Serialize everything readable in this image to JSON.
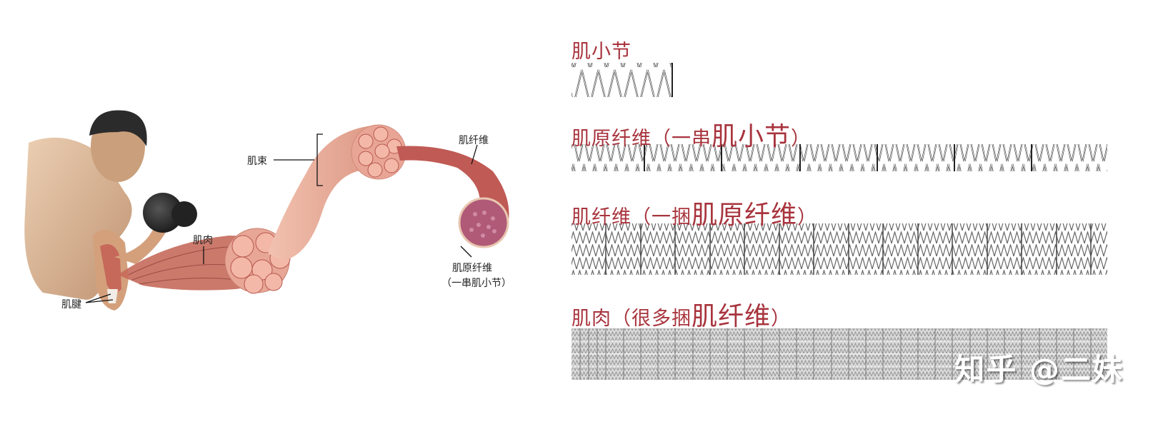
{
  "left_illustration": {
    "labels": {
      "tendon": "肌腱",
      "muscle": "肌肉",
      "fascicle": "肌束",
      "muscle_fiber": "肌纤维",
      "myofibril_line1": "肌原纤维",
      "myofibril_line2": "（一串肌小节）"
    }
  },
  "right_panel": {
    "rows": [
      {
        "title": "肌小节",
        "title_paren_prefix": "",
        "title_big": "",
        "title_close": ""
      },
      {
        "title": "肌原纤维",
        "title_paren_prefix": "（一串",
        "title_big": "肌小节",
        "title_close": "）"
      },
      {
        "title": "肌纤维",
        "title_paren_prefix": "（一捆",
        "title_big": "肌原纤维",
        "title_close": "）"
      },
      {
        "title": "肌肉",
        "title_paren_prefix": "（很多捆",
        "title_big": "肌纤维",
        "title_close": "）"
      }
    ],
    "watermark": "知乎 @二妹"
  },
  "colors": {
    "title_red": "#a8343d",
    "muscle_pink": "#e3a092",
    "muscle_dark": "#b8574f",
    "spring_line": "#333333"
  }
}
